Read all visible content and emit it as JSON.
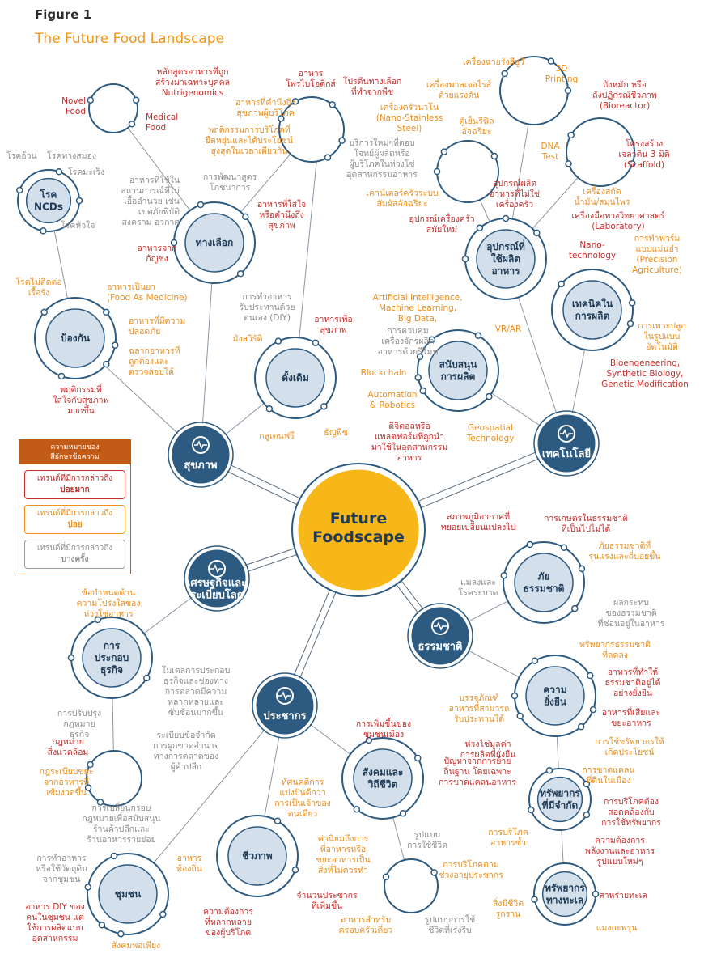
{
  "figure_label": "Figure 1",
  "figure_title": "The Future Food Landscape",
  "center": [
    "Future",
    "Foodscape"
  ],
  "legend": {
    "head": [
      "ความหมายของ",
      "สีอักษรข้อความ"
    ],
    "items": [
      {
        "text": "เทรนด์ที่มีการกล่าวถึง",
        "level": "บ่อยมาก"
      },
      {
        "text": "เทรนด์ที่มีการกล่าวถึง",
        "level": "บ่อย"
      },
      {
        "text": "เทรนด์ที่มีการกล่าวถึง",
        "level": "บางครั้ง"
      }
    ]
  },
  "hubs": [
    {
      "id": "health",
      "label": "สุขภาพ"
    },
    {
      "id": "tech",
      "label": "เทคโนโลยี"
    },
    {
      "id": "econ",
      "label": [
        "เศรษฐกิจและ",
        "ระเบียบโลก"
      ]
    },
    {
      "id": "nature",
      "label": "ธรรมชาติ"
    },
    {
      "id": "pop",
      "label": "ประชากร"
    }
  ],
  "subs": {
    "ncd": [
      "โรค",
      "NCDs"
    ],
    "protect": "ป้องกัน",
    "alt": "ทางเลือก",
    "trad": "ดั้งเดิม",
    "mfg": [
      "อุปกรณ์ที่",
      "ใช้ผลิต",
      "อาหาร"
    ],
    "prodtech": [
      "เทคนิคใน",
      "การผลิต"
    ],
    "support": [
      "สนับสนุน",
      "การผลิต"
    ],
    "disaster": [
      "ภัย",
      "ธรรมชาติ"
    ],
    "sustain": [
      "ความ",
      "ยั่งยืน"
    ],
    "limited": [
      "ทรัพยากร",
      "ที่มีจำกัด"
    ],
    "marine": [
      "ทรัพยากร",
      "ทางทะเล"
    ],
    "biz": [
      "การ",
      "ประกอบ",
      "ธุรกิจ"
    ],
    "society": [
      "สังคมและ",
      "วิถีชีวิต"
    ],
    "bio": "ชีวภาพ",
    "community": "ชุมชน"
  },
  "labels": {
    "custom": [
      "หลักสูตรอาหารที่ถูก",
      "สร้างมาเฉพาะบุคคล",
      "Nutrigenomics"
    ],
    "novel": [
      "Novel",
      "Food"
    ],
    "medical": [
      "Medical",
      "Food"
    ],
    "ncd_a": "โรคอ้วน",
    "ncd_b": "โรคทางสมอง",
    "ncd_c": "โรคมะเร็ง",
    "ncd_d": "โรคหัวใจ",
    "ncd_e": [
      "โรคไม่ติดต่อ",
      "เรื้อรัง"
    ],
    "med_food": [
      "อาหารเป็นยา",
      "(Food As Medicine)"
    ],
    "safe": [
      "อาหารที่มีความ",
      "ปลอดภัย"
    ],
    "labels_ok": [
      "ฉลากอาหารที่",
      "ถูกต้องและ",
      "ตรวจสอบได้"
    ],
    "behav": [
      "พฤติกรรมที่",
      "ใส่ใจกับสุขภาพ",
      "มากขึ้น"
    ],
    "organic_g": [
      "อาหารที่ใช้ใน",
      "สถานการณ์ที่ไม่",
      "เอื้ออำนวย เช่น",
      "เขตภัยพิบัติ",
      "สงคราม อวกาศ"
    ],
    "dev": [
      "การพัฒนาสูตร",
      "โภชนาการ"
    ],
    "grain": [
      "อาหารจาก",
      "กัญชง"
    ],
    "diy": [
      "การทำอาหาร",
      "รับประทานด้วย",
      "ตนเอง (DIY)"
    ],
    "care": [
      "อาหารที่ใส่ใจ",
      "หรือคำนึงถึง",
      "สุขภาพ"
    ],
    "probiotic": [
      "อาหาร",
      "โพรไบโอติกส์"
    ],
    "plant": [
      "โปรตีนทางเลือก",
      "ที่ทำจากพืช"
    ],
    "consumer": [
      "อาหารที่คำนึงถึง",
      "สุขภาพผู้บริโภค"
    ],
    "cons_beh": [
      "พฤติกรรมการบริโภคที่",
      "ยืดหยุ่นและได้ประโยชน์",
      "สูงสุดในเวลาเดียวกัน"
    ],
    "service": [
      "บริการใหม่ๆที่ตอบ",
      "โจทย์ผู้ผลิตหรือ",
      "ผู้บริโภคในห่วงโซ่",
      "อุตสาหกรรมอาหาร"
    ],
    "health_food": [
      "อาหารเพื่อ",
      "สุขภาพ"
    ],
    "swiss": "มังสวิรัติ",
    "gluten": "กลูเตนฟรี",
    "grains": "ธัญพืช",
    "uv": "เครื่องฉายรังสียูวี",
    "printing3d": [
      "3D",
      "Printing"
    ],
    "pasteur": [
      "เครื่องพาสเจอไรส์",
      "ด้วยแรงดัน"
    ],
    "nano_steel": [
      "เครื่องครัวนาโน",
      "(Nano-Stainless",
      "Steel)"
    ],
    "smart_fridge": [
      "ตู้เย็นรีฟิล",
      "อัจฉริยะ"
    ],
    "counter": [
      "เคาน์เตอร์ครัวระบบ",
      "สัมผัสอัจฉริยะ"
    ],
    "cookware": [
      "อุปกรณ์ผลิต",
      "อาหารที่ไม่ใช่",
      "เครื่องครัว"
    ],
    "modern": [
      "อุปกรณ์เครื่องครัว",
      "สมัยใหม่"
    ],
    "bioreactor": [
      "ถังหมัก หรือ",
      "ถังปฏิกรณ์ชีวภาพ",
      "(Bioreactor)"
    ],
    "dna": [
      "DNA",
      "Test"
    ],
    "scaffold": [
      "โครงสร้าง",
      "เจลาติน 3 มิติ",
      "(Scaffold)"
    ],
    "extract": [
      "เครื่องสกัด",
      "น้ำมัน/สมุนไพร"
    ],
    "lab": [
      "เครื่องมือทางวิทยาศาสตร์",
      "(Laboratory)"
    ],
    "nano_tech": [
      "Nano-",
      "technology"
    ],
    "precision": [
      "การทำฟาร์ม",
      "แบบแม่นยำ",
      "(Precision",
      "Agriculture)"
    ],
    "auto_farm": [
      "การเพาะปลูก",
      "ในรูปแบบ",
      "อัตโนมัติ"
    ],
    "bioeng": [
      "Bioengeneering,",
      "Synthetic Biology,",
      "Genetic Modification"
    ],
    "ai": [
      "Artificial Intelligence,",
      "Machine Learning,",
      "Big Data,"
    ],
    "vrar": "VR/AR",
    "robot_ctrl": [
      "การควบคุม",
      "เครื่องจักรผลิต",
      "อาหารด้วยรีโมท"
    ],
    "blockchain": "Blockchain",
    "automation": [
      "Automation",
      "& Robotics"
    ],
    "digital": [
      "ดิจิตอลหรือ",
      "แพลตฟอร์มที่ถูกนำ",
      "มาใช้ในอุตสาหกรรม",
      "อาหาร"
    ],
    "geo": [
      "Geospatial",
      "Technology"
    ],
    "weather": [
      "สภาพภูมิอากาศที่",
      "ทยอยเปลี่ยนแปลงไป"
    ],
    "nature_change": [
      "การเกษตรในธรรมชาติ",
      "ที่เป็นไปไม่ได้"
    ],
    "severe": [
      "ภัยธรรมชาติที่",
      "รุนแรงและถี่บ่อยขึ้น"
    ],
    "drought": [
      "แมลงและ",
      "โรคระบาด"
    ],
    "impact": [
      "ผลกระทบ",
      "ของธรรมชาติ",
      "ที่ซ่อนอยู่ในอาหาร"
    ],
    "res_limit": [
      "ทรัพยากรธรรมชาติ",
      "ที่ลดลง"
    ],
    "eco_food": [
      "อาหารที่ทำให้",
      "ธรรมชาติอยู่ได้",
      "อย่างยั่งยืน"
    ],
    "waste": [
      "อาหารที่เสียและ",
      "ขยะอาหาร"
    ],
    "reuse": [
      "การใช้ทรัพยากรให้",
      "เกิดประโยชน์"
    ],
    "packaging": [
      "บรรจุภัณฑ์",
      "อาหารที่สามารถ",
      "รับประทานได้"
    ],
    "chain": [
      "ห่วงโซ่มูลค่า",
      "การผลิตที่ยั่งยืน"
    ],
    "shortage": [
      "การขาดแคลน",
      "ที่ดินในเมือง"
    ],
    "matching": [
      "การบริโภคต้อง",
      "สอดคล้องกับ",
      "การใช้ทรัพยากร"
    ],
    "repeat": [
      "การบริโภค",
      "อาหารซ้ำ"
    ],
    "new_need": [
      "ความต้องการ",
      "พลังงานและอาหาร",
      "รูปแบบใหม่ๆ"
    ],
    "sea_scarce": "สาหร่ายทะเล",
    "ocean_life": [
      "สิ่งมีชีวิต",
      "รูกราน"
    ],
    "jellyfish": "แมงกะพรุน",
    "transparency": [
      "ข้อกำหนดด้าน",
      "ความโปร่งใสของ",
      "ห่วงโซ่อาหาร"
    ],
    "model": [
      "โมเดลการประกอบ",
      "ธุรกิจและช่องทาง",
      "การตลาดมีความ",
      "หลากหลายและ",
      "ซับซ้อนมากขึ้น"
    ],
    "reform": [
      "การปรับปรุง",
      "กฎหมาย",
      "ธุรกิจ"
    ],
    "env_law": [
      "กฎหมาย",
      "สิ่งแวดล้อม"
    ],
    "safety_law": [
      "กฎระเบียบขยะ",
      "จากอาหารที่",
      "เข้มงวดขึ้น"
    ],
    "trade": [
      "ระเบียบข้อจำกัด",
      "การผูกขาดอำนาจ",
      "ทางการตลาดของ",
      "ผู้ค้าปลีก"
    ],
    "retail_law": [
      "การเปลี่ยนกรอบ",
      "กฎหมายเพื่อสนับสนุน",
      "ร้านค้าปลีกและ",
      "ร้านอาหารรายย่อย"
    ],
    "urban": [
      "การเพิ่มขึ้นของ",
      "ชุมชนเมือง"
    ],
    "identity": [
      "ทัศนคติการ",
      "แบ่งปันดีกว่า",
      "การเป็นเจ้าของ",
      "คนเดียว"
    ],
    "migrate": [
      "ปัญหาจากการย้าย",
      "ถิ่นฐาน โดยเฉพาะ",
      "การขาดแคลนอาหาร"
    ],
    "lifestyle": [
      "รูปแบบ",
      "การใช้ชีวิต"
    ],
    "value": [
      "ค่านิยมถึงการ",
      "ที่อาหารหรือ",
      "ขยะอาหารเป็น",
      "สิ่งที่ไม่ควรทำ"
    ],
    "elder": [
      "การบริโภคตาม",
      "ช่วงอายุประชากร"
    ],
    "local_cook": [
      "การทำอาหาร",
      "หรือใช้วัตถุดิบ",
      "จากชุมชน"
    ],
    "local_food": [
      "อาหาร",
      "ท้องถิ่น"
    ],
    "variety": [
      "ความต้องการ",
      "ที่หลากหลาย",
      "ของผู้บริโภค"
    ],
    "pop_growth": [
      "จำนวนประชากร",
      "ที่เพิ่มขึ้น"
    ],
    "family": [
      "อาหารสำหรับ",
      "ครอบครัวเดี่ยว"
    ],
    "fast": [
      "รูปแบบการใช้",
      "ชีวิตที่เร่งรีบ"
    ],
    "diy_comm": [
      "อาหาร DIY ของ",
      "คนในชุมชน แต่",
      "ใช้การผลิตแบบ",
      "อุตสาหกรรม"
    ],
    "sufficiency": "สังคมพอเพียง"
  }
}
